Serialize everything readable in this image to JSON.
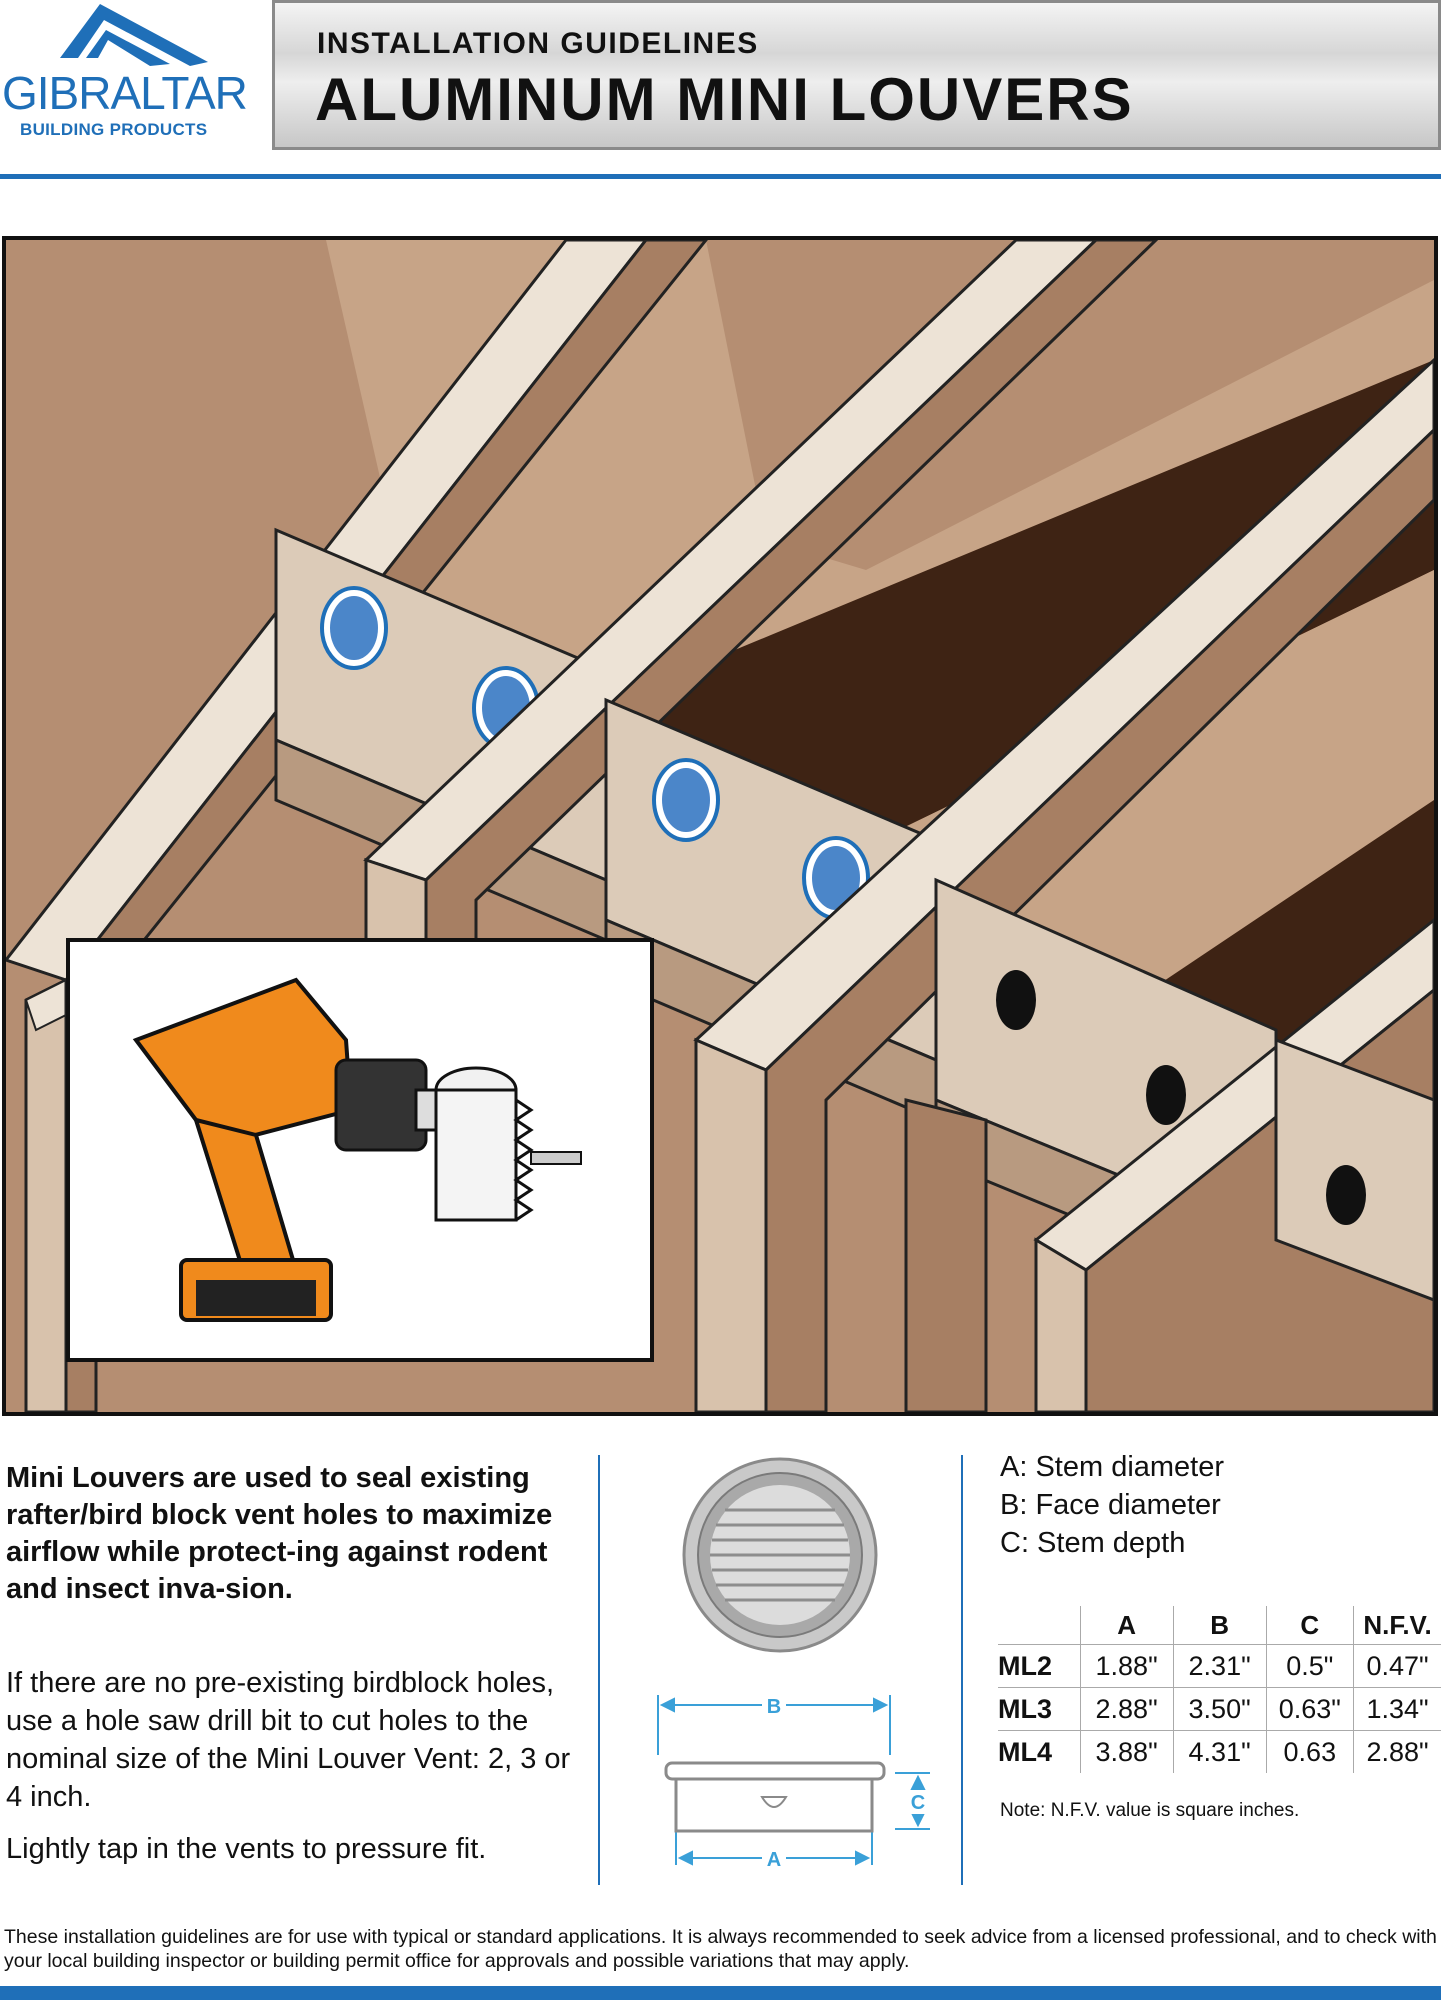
{
  "header": {
    "brand_name": "GIBRALTAR",
    "brand_sub": "BUILDING PRODUCTS",
    "title_small": "INSTALLATION GUIDELINES",
    "title_big": "ALUMINUM MINI LOUVERS",
    "accent_color": "#1f6fb8"
  },
  "illustration": {
    "icons": [
      "roof-framing-illustration",
      "mini-louver-vent-icon",
      "drill-hole-icon",
      "cordless-drill-icon",
      "hole-saw-icon"
    ],
    "colors": {
      "wood_light": "#ded0bf",
      "wood_medium": "#b58e72",
      "wood_dark": "#3e2314",
      "drill_orange": "#f08a1c",
      "vent_blue": "#3a7fc6"
    }
  },
  "intro": {
    "bold": "Mini Louvers are used to seal existing rafter/bird block vent holes to maximize airflow while protect-ing against rodent and insect inva-sion.",
    "p1": "If there are no pre-existing birdblock holes, use a hole saw drill bit to cut holes to the nominal size of the Mini Louver Vent: 2, 3 or 4 inch.",
    "p2": "Lightly tap in the vents to pressure fit."
  },
  "diagram": {
    "label_a": "A",
    "label_b": "B",
    "label_c": "C"
  },
  "legend": {
    "a": "A: Stem diameter",
    "b": "B: Face diameter",
    "c": "C: Stem depth"
  },
  "table": {
    "headers": [
      "A",
      "B",
      "C",
      "N.F.V."
    ],
    "rows": [
      {
        "model": "ML2",
        "a": "1.88\"",
        "b": "2.31\"",
        "c": "0.5\"",
        "nfv": "0.47\""
      },
      {
        "model": "ML3",
        "a": "2.88\"",
        "b": "3.50\"",
        "c": "0.63\"",
        "nfv": "1.34\""
      },
      {
        "model": "ML4",
        "a": "3.88\"",
        "b": "4.31\"",
        "c": "0.63",
        "nfv": "2.88\""
      }
    ],
    "note": "Note: N.F.V. value is square inches."
  },
  "footer": {
    "disclaimer": "These installation guidelines are for use with typical or standard applications. It is always recommended to seek advice from a licensed professional, and to check with your local building inspector or building permit office for approvals and possible variations that may apply."
  }
}
